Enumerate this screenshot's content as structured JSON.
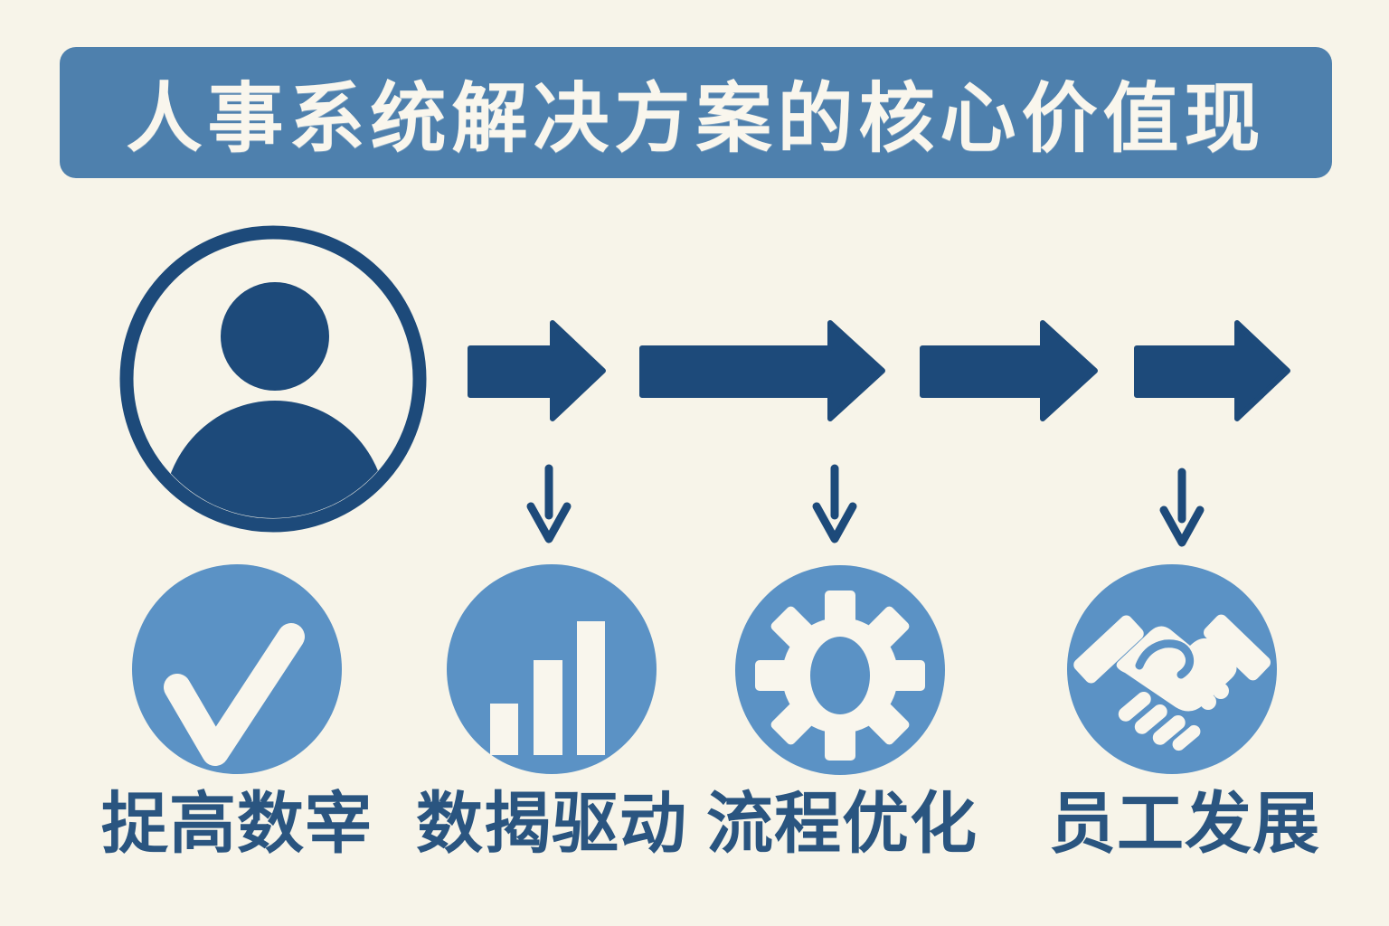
{
  "title": {
    "text": "人事系统解决方案的核心价值现"
  },
  "source": {
    "icon": "person-avatar-icon"
  },
  "values": [
    {
      "label": "捉高数宰",
      "icon": "checkmark-icon"
    },
    {
      "label": "数揭驱动",
      "icon": "bar-chart-icon"
    },
    {
      "label": "流程优化",
      "icon": "gear-icon"
    },
    {
      "label": "员工发展",
      "icon": "handshake-icon"
    }
  ],
  "colors": {
    "background": "#f7f4e9",
    "banner": "#4e80ad",
    "navy": "#1d4a7a",
    "label": "#2a5580",
    "circle": "#5b92c5",
    "icon-white": "#f9f6ed"
  }
}
